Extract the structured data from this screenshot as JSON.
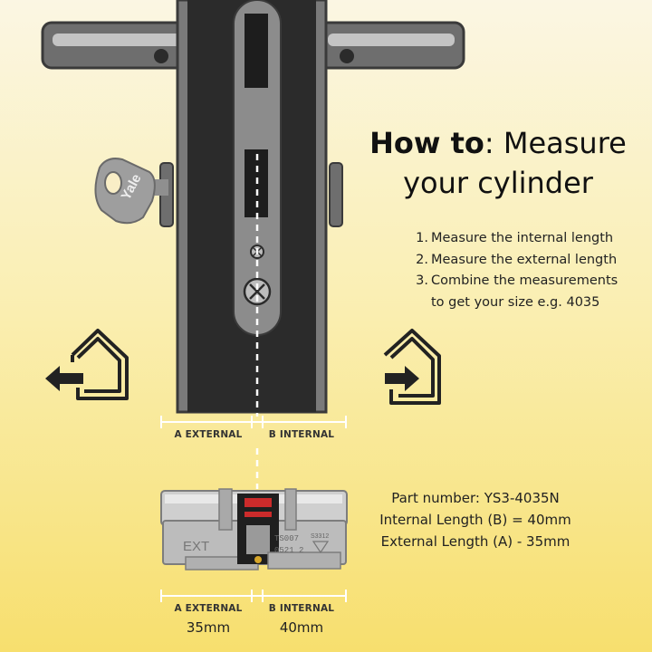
{
  "title": {
    "bold": "How to",
    "rest": ": Measure",
    "line2": "your cylinder"
  },
  "steps": [
    {
      "num": "1.",
      "text": "Measure the internal length"
    },
    {
      "num": "2.",
      "text": "Measure the external length"
    },
    {
      "num": "3.",
      "text": "Combine  the  measurements",
      "text2": "to get your size e.g. 4035"
    }
  ],
  "door_labels": {
    "a": "A EXTERNAL",
    "b": "B INTERNAL"
  },
  "cylinder_labels": {
    "a": "A EXTERNAL",
    "b": "B INTERNAL",
    "a_mm": "35mm",
    "b_mm": "40mm"
  },
  "info": {
    "part": "Part number: YS3-4035N",
    "internal": "Internal Length (B) = 40mm",
    "external": "External Length (A) - 35mm"
  },
  "engravings": {
    "ext": "EXT",
    "code1": "TS007",
    "code2": "0521 2",
    "code3": "S3312"
  },
  "key_brand": "Yale",
  "colors": {
    "door": "#2b2b2b",
    "metal": "#8c8c8c",
    "accent": "#cc2b2b"
  }
}
